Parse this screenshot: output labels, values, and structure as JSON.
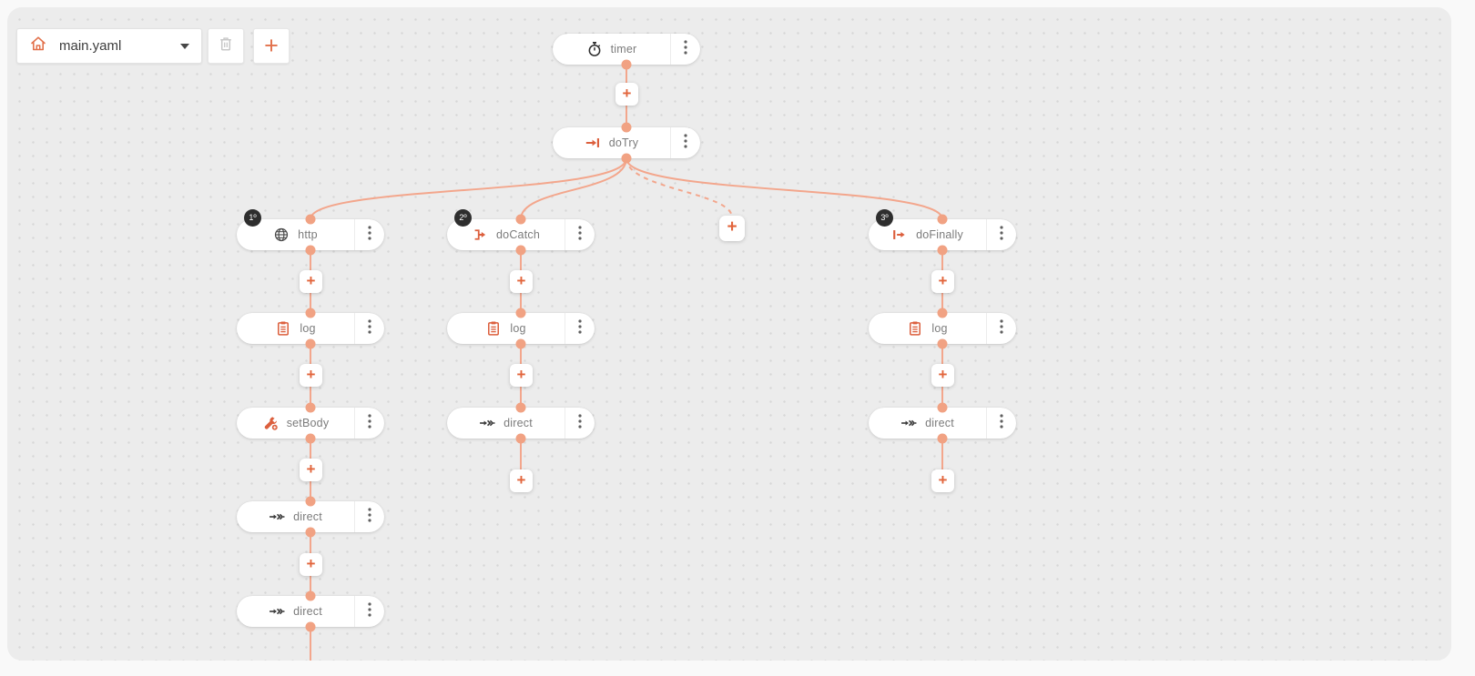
{
  "ui": {
    "plus_glyph": "+"
  },
  "toolbar": {
    "file_select": {
      "value": "main.yaml",
      "icon": "home-icon",
      "caret_icon": "chevron-down-icon"
    },
    "delete_button": {
      "icon": "trash-icon",
      "enabled": false
    },
    "add_route_button": {
      "icon": "plus-icon"
    }
  },
  "colors": {
    "accent_orange": "#dc5f3d",
    "toolbar_orange": "#e2714b",
    "connector": "#f3a68c",
    "connector_dot": "#f1a283",
    "badge_bg": "#2e2e2e",
    "canvas_bg": "#ececec",
    "page_bg": "#f9f9f9",
    "node_text": "#7b7b7b"
  },
  "flow": {
    "nodes": [
      {
        "label": "timer",
        "icon": "timer-icon"
      },
      {
        "label": "doTry",
        "icon": "do-try-icon"
      },
      {
        "label": "http",
        "icon": "globe-icon",
        "badge": "1º"
      },
      {
        "label": "doCatch",
        "icon": "do-catch-icon",
        "badge": "2º"
      },
      {
        "label": "doFinally",
        "icon": "do-finally-icon",
        "badge": "3º"
      },
      {
        "label": "log",
        "icon": "log-icon"
      },
      {
        "label": "log",
        "icon": "log-icon"
      },
      {
        "label": "log",
        "icon": "log-icon"
      },
      {
        "label": "setBody",
        "icon": "set-body-icon"
      },
      {
        "label": "direct",
        "icon": "direct-icon"
      },
      {
        "label": "direct",
        "icon": "direct-icon"
      },
      {
        "label": "direct",
        "icon": "direct-icon"
      },
      {
        "label": "direct",
        "icon": "direct-icon"
      }
    ]
  }
}
